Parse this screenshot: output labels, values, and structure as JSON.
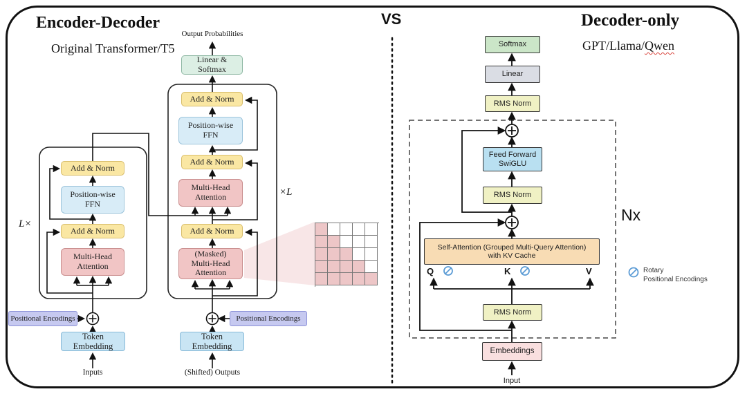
{
  "divider": {
    "vs": "VS"
  },
  "left": {
    "title": "Encoder-Decoder",
    "subtitle": "Original Transformer/T5",
    "output_probabilities": "Output Probabilities",
    "linear_softmax": "Linear & Softmax",
    "encoder_repeat": "L×",
    "decoder_repeat": "×L",
    "add_norm": "Add & Norm",
    "position_wise_ffn": "Position-wise\nFFN",
    "multi_head_attention": "Multi-Head\nAttention",
    "masked_multi_head_attention": "(Masked)\nMulti-Head\nAttention",
    "positional_encodings": "Positional Encodings",
    "token_embedding": "Token Embedding",
    "inputs": "Inputs",
    "shifted_outputs": "(Shifted) Outputs"
  },
  "right": {
    "title": "Decoder-only",
    "subtitle_prefix": "GPT/Llama/",
    "subtitle_qwen": "Qwen",
    "softmax": "Softmax",
    "linear": "Linear",
    "rms_norm": "RMS Norm",
    "feed_forward_swiglu": "Feed Forward\nSwiGLU",
    "self_attention": "Self-Attention (Grouped Multi-Query Attention)\nwith KV Cache",
    "q": "Q",
    "k": "K",
    "v": "V",
    "embeddings": "Embeddings",
    "input": "Input",
    "repeat": "Nx",
    "rotary_legend": "Rotary\nPositional Encodings"
  },
  "mask_grid": {
    "rows": 5,
    "cols": 5,
    "pattern": "lower-triangular",
    "fill_color": "#EDC6C7"
  },
  "colors": {
    "add_norm_yellow": "#FAE7A3",
    "ffn_blue": "#D8ECF7",
    "attention_red": "#F1C5C5",
    "linear_softmax_green": "#DCEFE4",
    "positional_encoding_purple": "#C6C9F0",
    "token_embedding_blue": "#C9E5F4",
    "softmax_green": "#CBE6C8",
    "linear_gray": "#DADDE4",
    "rms_norm_yellow": "#F0F1C4",
    "swiglu_blue": "#B9E0F1",
    "self_attention_orange": "#F8DCB4",
    "embeddings_pink": "#F9DFDF",
    "rotary_blue": "#5B9BD5",
    "qwen_underline_red": "#D9463E"
  }
}
